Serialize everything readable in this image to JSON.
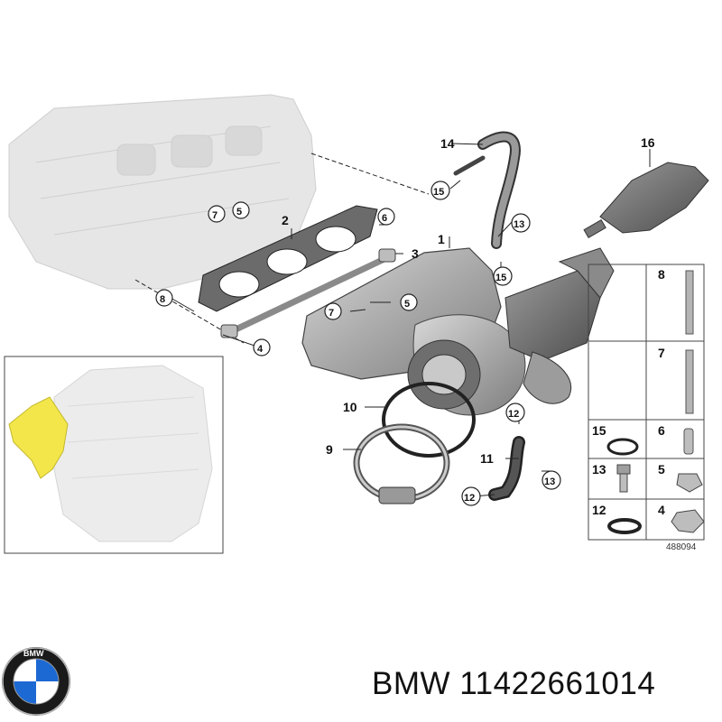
{
  "callouts": {
    "c1": "1",
    "c2": "2",
    "c3": "3",
    "c4": "4",
    "c5": "5",
    "c5b": "5",
    "c6": "6",
    "c7": "7",
    "c7b": "7",
    "c8": "8",
    "c9": "9",
    "c10": "10",
    "c11": "11",
    "c12": "12",
    "c12b": "12",
    "c13": "13",
    "c13b": "13",
    "c14": "14",
    "c15": "15",
    "c15b": "15",
    "c16": "16"
  },
  "legend": {
    "r8": "8",
    "r7": "7",
    "r15": "15",
    "r6": "6",
    "r13": "13",
    "r5": "5",
    "r12": "12",
    "r4": "4"
  },
  "drawing_id": "488094",
  "footer": {
    "brand": "BMW",
    "part_number": "11422661014"
  },
  "logo_text": "BMW",
  "colors": {
    "line": "#222222",
    "part_gray": "#b9b9b9",
    "ghost_gray": "#e3e3e3",
    "highlight": "#f2e64a",
    "bmw_blue": "#1c69d4"
  }
}
